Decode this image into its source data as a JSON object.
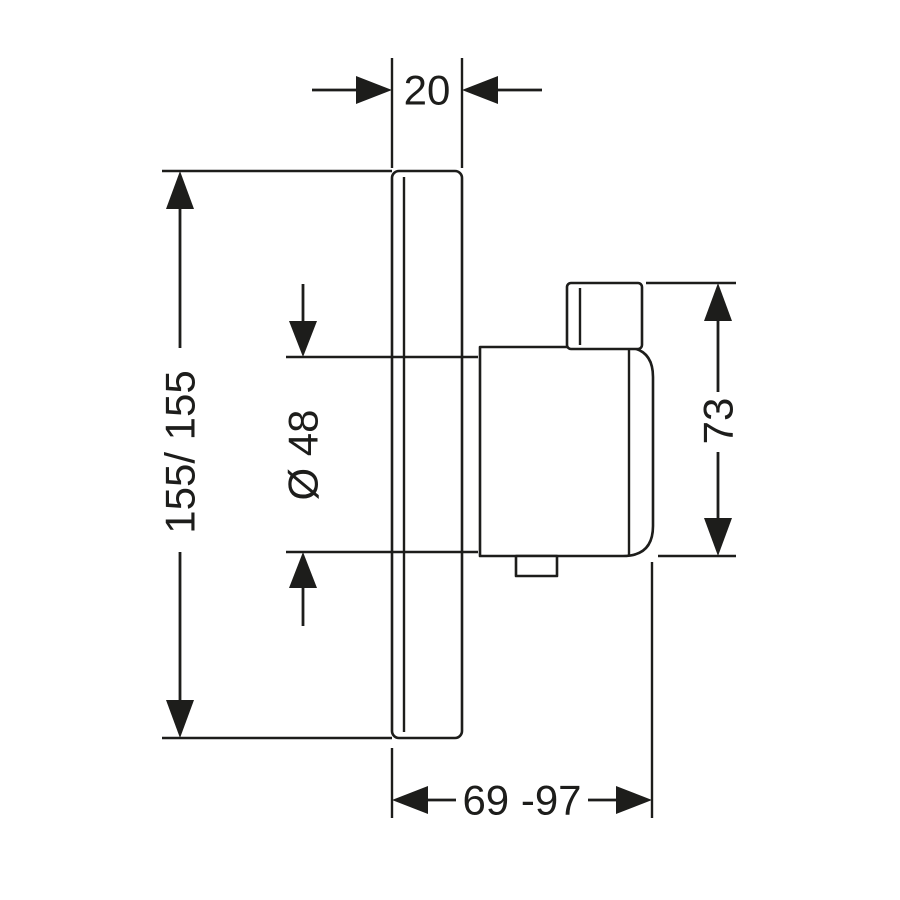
{
  "drawing": {
    "background_color": "#ffffff",
    "line_color": "#1d1d1b",
    "labels": {
      "plate_thickness": "20",
      "plate_width_height": "155/ 155",
      "handle_diameter": "Ø 48",
      "body_height": "73",
      "installation_depth": "69 -97"
    }
  }
}
